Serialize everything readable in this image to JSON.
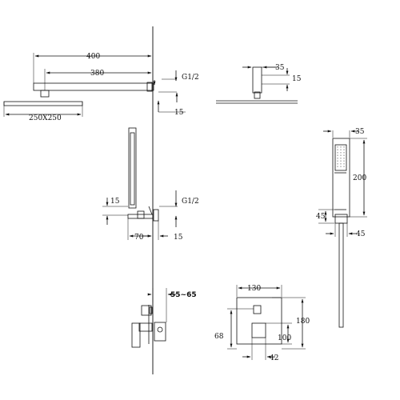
{
  "labels": {
    "shower_width": "400",
    "arm_length": "380",
    "arm_thread": "G1/2",
    "arm_depth_side": "15",
    "head_size": "250X250",
    "side_head_35": "35",
    "side_head_15": "15",
    "hand_offset_15": "15",
    "hand_thread": "G1/2",
    "hand_70": "70",
    "hand_15_bottom": "15",
    "handheld_35": "35",
    "handheld_200": "200",
    "handheld_45_left": "45",
    "handheld_45_bottom": "45",
    "valve_depth": "55~65",
    "valve_130": "130",
    "valve_68": "68",
    "valve_100": "100",
    "valve_180": "180",
    "valve_42": "42"
  },
  "colors": {
    "line": "#111111",
    "background": "#ffffff"
  }
}
